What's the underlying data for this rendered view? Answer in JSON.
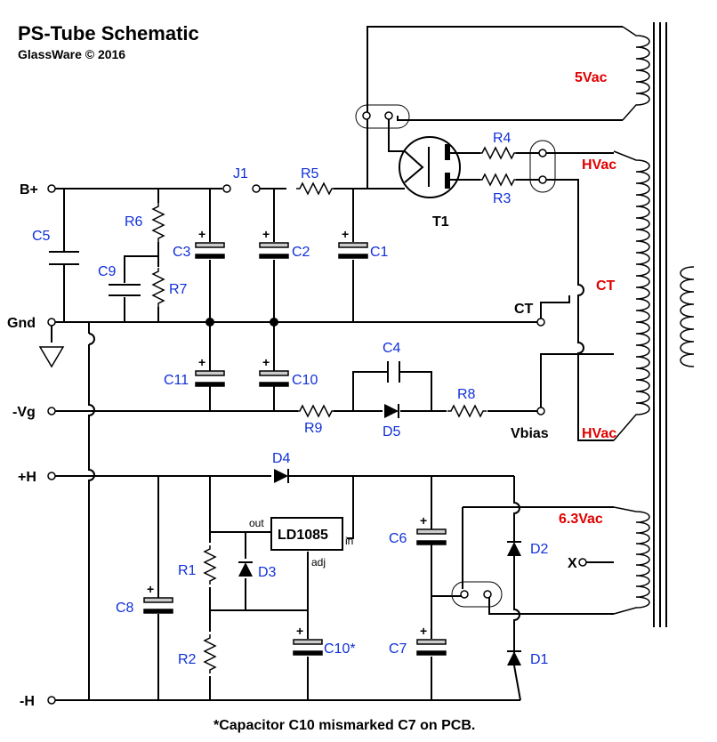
{
  "title": "PS-Tube Schematic",
  "subtitle": "GlassWare © 2016",
  "footnote": "*Capacitor C10 mismarked C7 on PCB.",
  "terminals": {
    "bplus": "B+",
    "gnd": "Gnd",
    "vg": "-Vg",
    "hplus": "+H",
    "hminus": "-H"
  },
  "nodes": {
    "ct": "CT",
    "vbias": "Vbias",
    "x": "X"
  },
  "transformer": {
    "v5": "5Vac",
    "hv1": "HVac",
    "ct": "CT",
    "hv2": "HVac",
    "v63": "6.3Vac"
  },
  "components": {
    "j1": "J1",
    "r5": "R5",
    "r4": "R4",
    "r3": "R3",
    "t1": "T1",
    "c5": "C5",
    "r6": "R6",
    "c9": "C9",
    "r7": "R7",
    "c3": "C3",
    "c2": "C2",
    "c1": "C1",
    "c11": "C11",
    "c10": "C10",
    "c4": "C4",
    "r9": "R9",
    "d5": "D5",
    "r8": "R8",
    "d4": "D4",
    "ic": "LD1085",
    "ic_out": "out",
    "ic_in": "in",
    "ic_adj": "adj",
    "r1": "R1",
    "d3": "D3",
    "r2": "R2",
    "c8": "C8",
    "c10b": "C10*",
    "c6": "C6",
    "c7": "C7",
    "d2": "D2",
    "d1": "D1"
  },
  "colors": {
    "component_label": "#1030d8",
    "voltage_label": "#e00000",
    "wire": "#000000"
  }
}
